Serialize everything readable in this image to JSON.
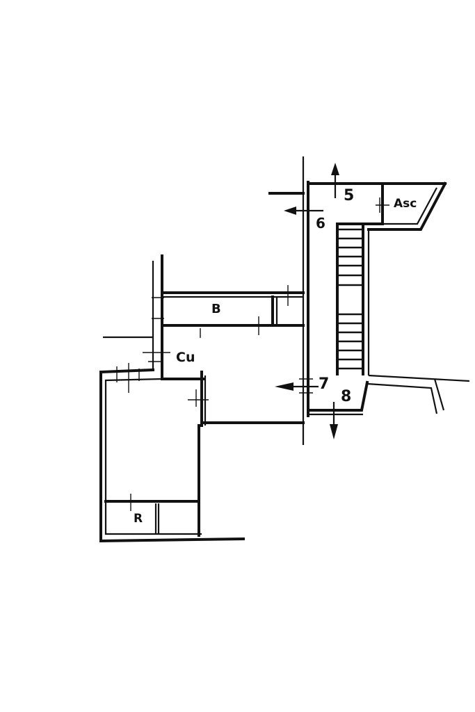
{
  "plan": {
    "title": "",
    "colors": {
      "ink": "#111111",
      "paper": "#ffffff"
    },
    "rooms": [
      {
        "id": "b",
        "label": "B",
        "meaning": "bathroom"
      },
      {
        "id": "cu",
        "label": "Cu",
        "meaning": "kitchen"
      },
      {
        "id": "r",
        "label": "R",
        "meaning": "storage"
      },
      {
        "id": "asc",
        "label": "Asc",
        "meaning": "elevator"
      }
    ],
    "markers": [
      {
        "id": "5",
        "label": "5"
      },
      {
        "id": "6",
        "label": "6"
      },
      {
        "id": "7",
        "label": "7"
      },
      {
        "id": "8",
        "label": "8"
      }
    ],
    "staircase": {
      "steps": 16
    }
  }
}
